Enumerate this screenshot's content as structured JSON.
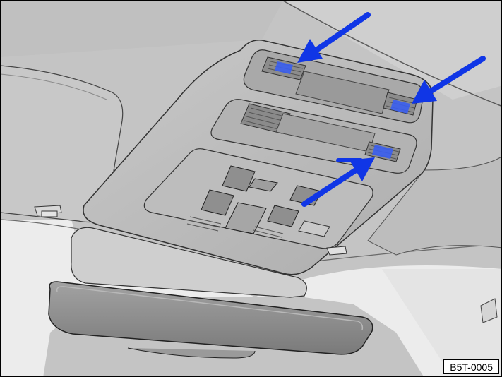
{
  "figure": {
    "code": "B5T-0005"
  },
  "colors": {
    "arrow": "#1036e6",
    "vent_highlight": "#3a5ef0",
    "headliner": "#c4c4c4",
    "roof_left": "#b9b9b9",
    "console": "#b6b6b6",
    "button": "#8f8f8f",
    "mirror": "#8a8a8a",
    "windshield": "#ececec"
  },
  "callouts": [
    {
      "target": "front-left-vent",
      "icon": "arrow-icon"
    },
    {
      "target": "front-right-vent",
      "icon": "arrow-icon"
    },
    {
      "target": "lower-right-vent",
      "icon": "arrow-icon"
    }
  ]
}
